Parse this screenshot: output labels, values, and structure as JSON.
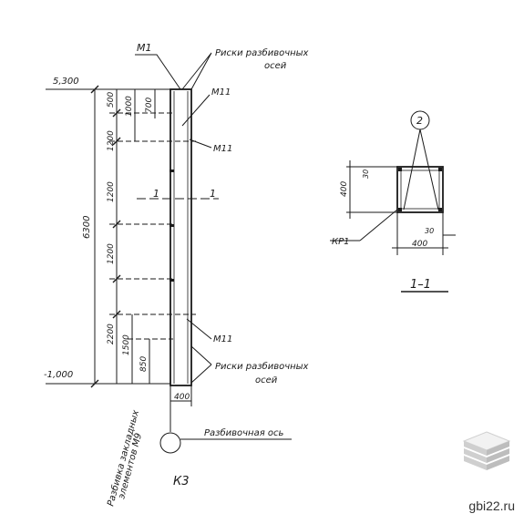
{
  "drawing": {
    "label_m1": "М1",
    "label_m11_top": "М11",
    "label_m11_mid": "М11",
    "label_m11_bottom": "М11",
    "risks_top_1": "Риски разбивочных",
    "risks_top_2": "осей",
    "risks_bot_1": "Риски разбивочных",
    "risks_bot_2": "осей",
    "elev_top": "5,300",
    "elev_bottom": "-1,000",
    "dim_total": "6300",
    "dim_500": "500",
    "dim_1200_a": "1200",
    "dim_1200_b": "1200",
    "dim_1200_c": "1200",
    "dim_2200": "2200",
    "dim_1000": "1000",
    "dim_700": "700",
    "dim_1500": "1500",
    "dim_850": "850",
    "dim_width": "400",
    "section_mark_left": "1",
    "section_mark_right": "1",
    "vertical_note_1": "Разбивка закладных",
    "vertical_note_2": "элементов М9",
    "axis_label": "Разбивочная ось",
    "column_mark": "К3",
    "section_title": "1–1",
    "section_kr": "КР1",
    "section_callout": "2",
    "section_dim_400_side": "400",
    "section_dim_30_top": "30",
    "section_dim_30_bottom": "30",
    "section_dim_400_bottom": "400"
  },
  "watermark": {
    "text": "gbi22.ru",
    "icon": "stacked-slabs-icon"
  }
}
